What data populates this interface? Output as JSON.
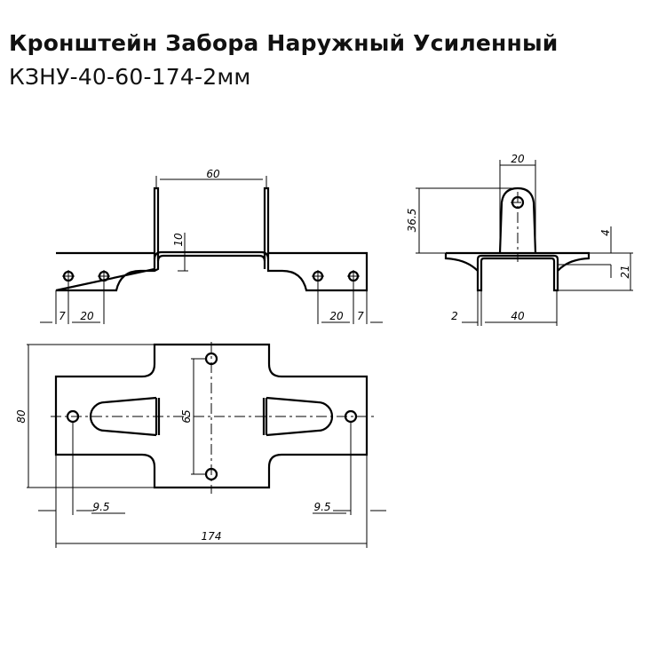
{
  "title": {
    "line1": "Кронштейн Забора Наружный Усиленный",
    "line2": "КЗНУ-40-60-174-2мм"
  },
  "front_view": {
    "dims": {
      "width_between_walls": "60",
      "wall_height": "10",
      "left_edge": "7",
      "left_spacing": "20",
      "right_spacing": "20",
      "right_edge": "7"
    }
  },
  "side_view": {
    "dims": {
      "tab_width": "20",
      "tab_height": "36.5",
      "flange_offset": "4",
      "channel_height": "21",
      "thickness": "2",
      "channel_width": "40"
    }
  },
  "plan_view": {
    "dims": {
      "height": "80",
      "hole_spacing": "65",
      "left_hole_offset": "9.5",
      "right_hole_offset": "9.5",
      "total_length": "174"
    }
  },
  "colors": {
    "line": "#000000",
    "background": "#ffffff"
  }
}
